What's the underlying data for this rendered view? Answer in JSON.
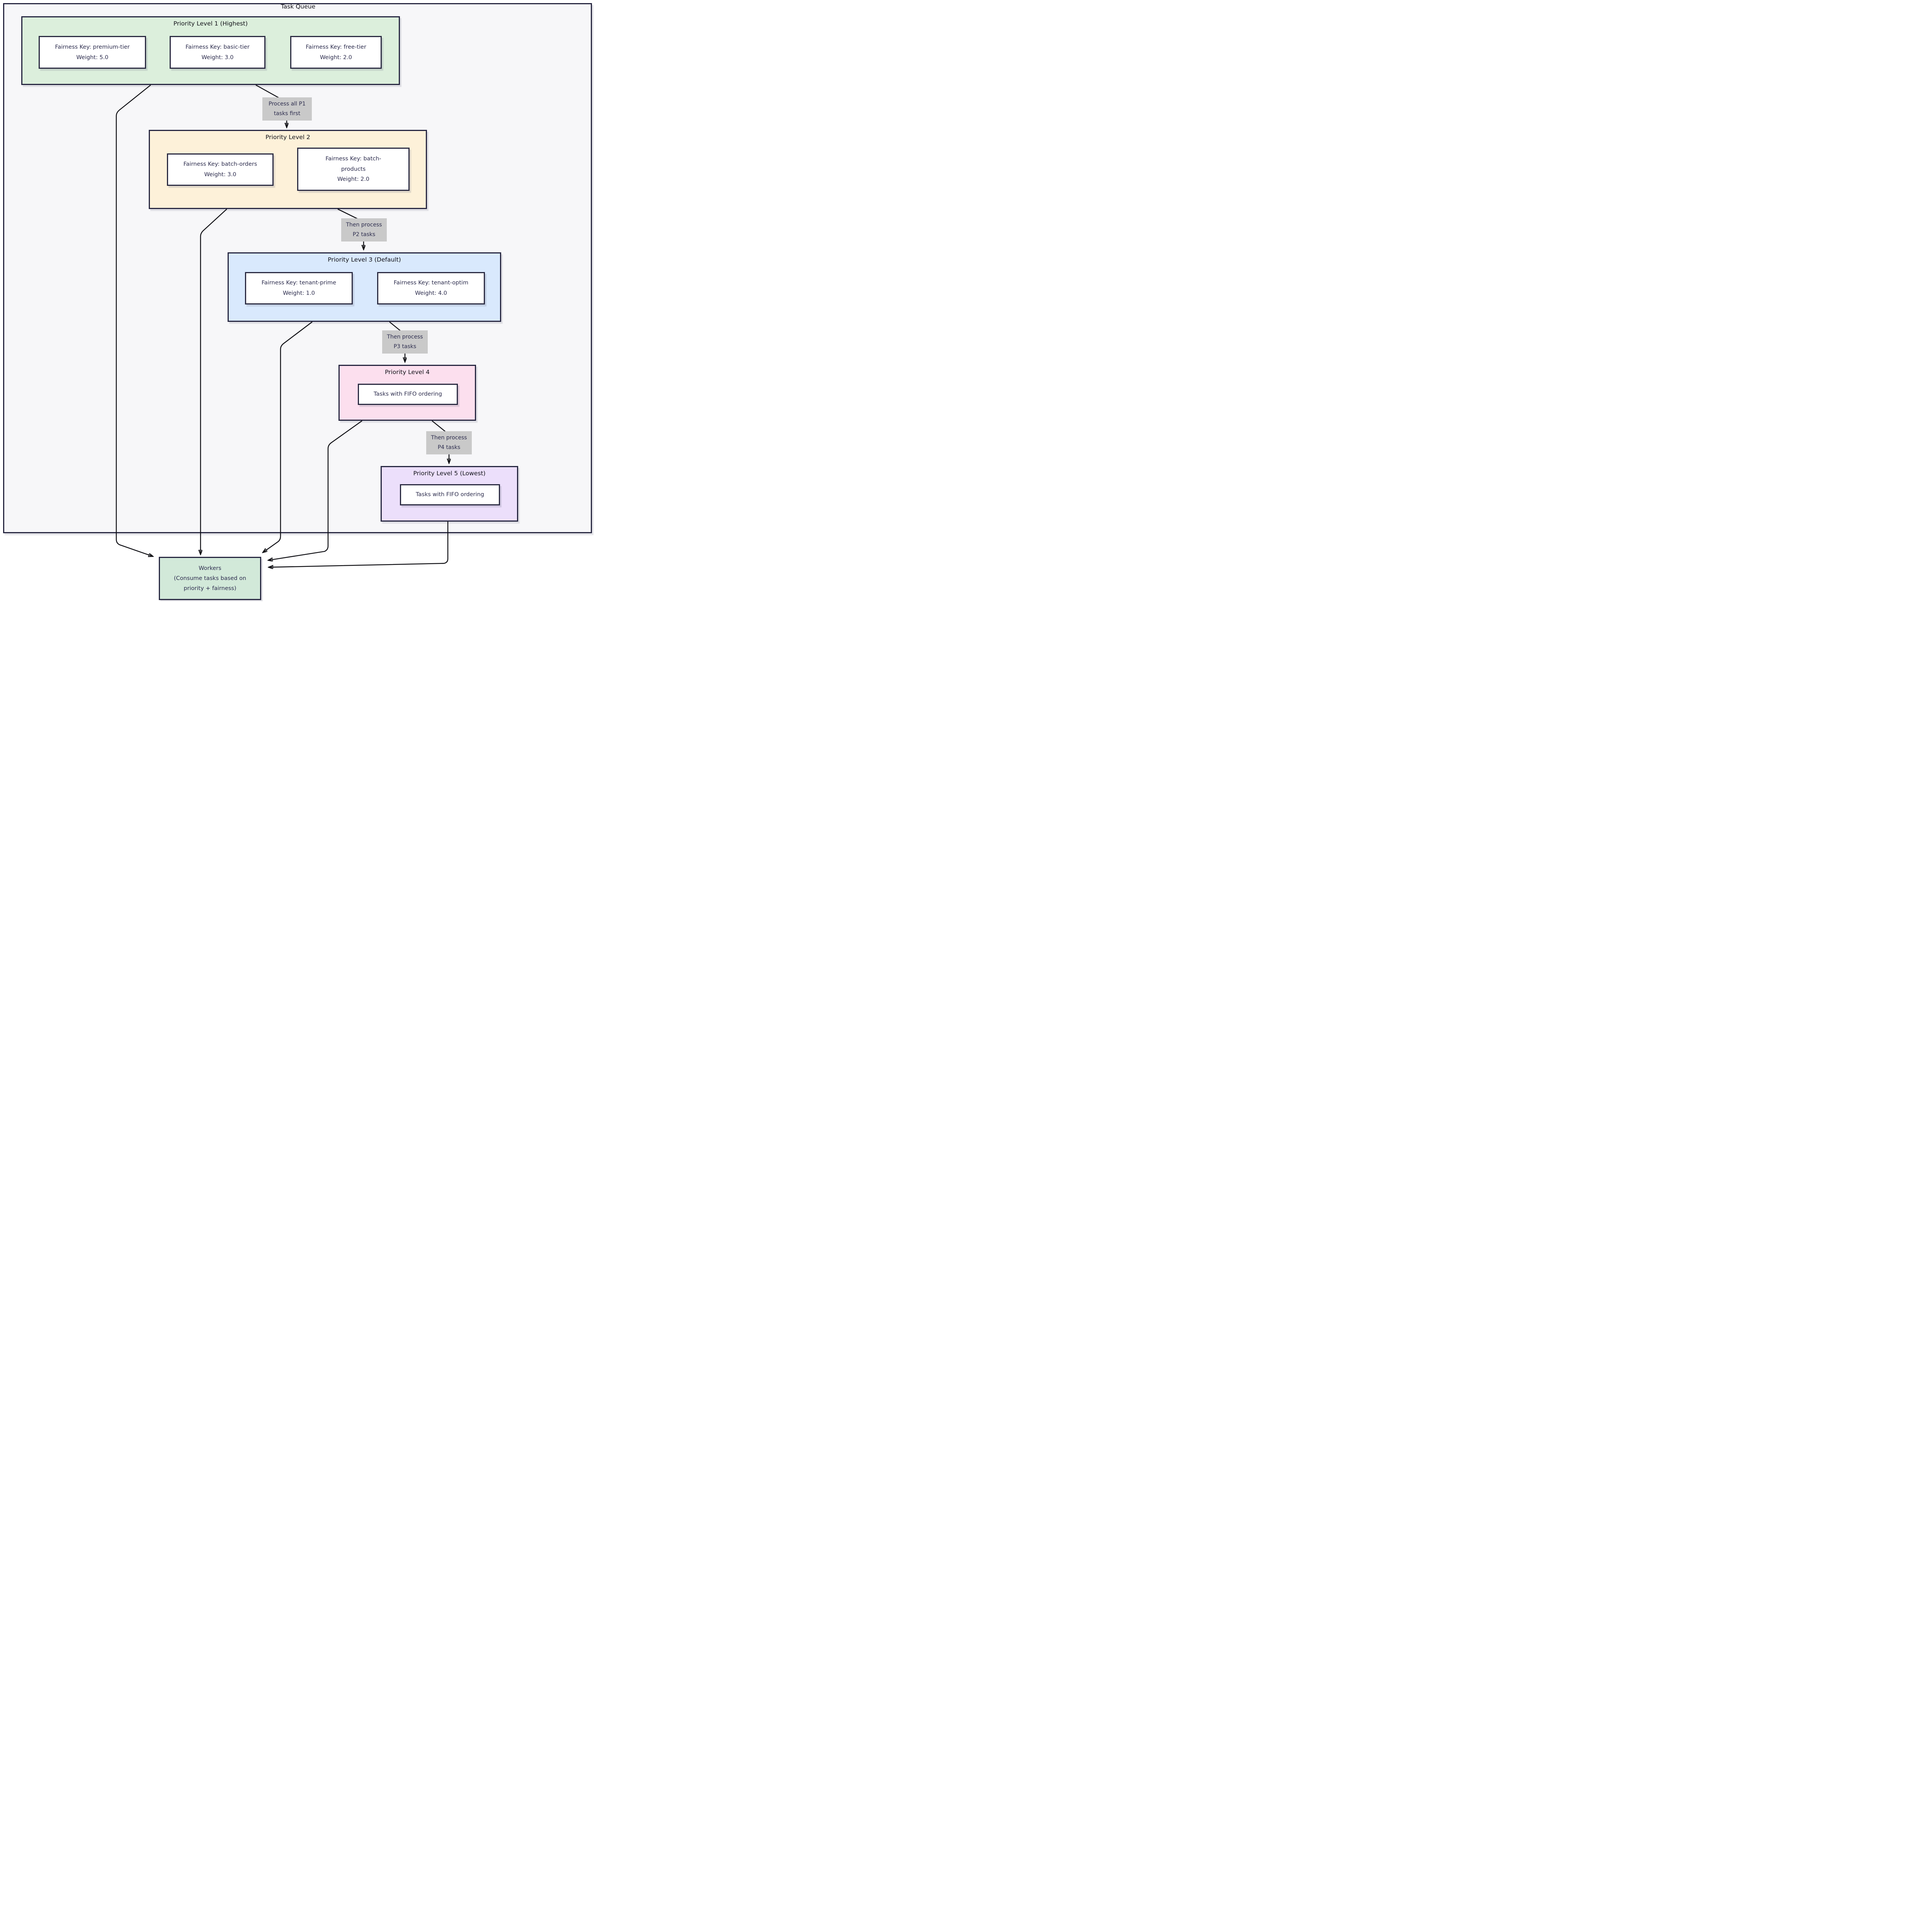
{
  "diagram": {
    "title": "Task Queue",
    "palette": {
      "container_fill": "#f7f7f9",
      "border": "#272741",
      "level1_fill": "#dcefdc",
      "level2_fill": "#fdf1d9",
      "level3_fill": "#d9e9fd",
      "level4_fill": "#fcdfee",
      "level5_fill": "#ecdffb",
      "workers_fill": "#d2e9d9",
      "node_fill": "#ffffff",
      "edge_label_bg": "#c9c9c9",
      "text": "#2d2d4e",
      "edge_line": "#0f0f14"
    },
    "groups": [
      {
        "id": "priority-1",
        "title": "Priority Level 1 (Highest)",
        "nodes": [
          {
            "text": "Fairness Key: premium-tier\nWeight: 5.0"
          },
          {
            "text": "Fairness Key: basic-tier\nWeight: 3.0"
          },
          {
            "text": "Fairness Key: free-tier\nWeight: 2.0"
          }
        ]
      },
      {
        "id": "priority-2",
        "title": "Priority Level 2",
        "nodes": [
          {
            "text": "Fairness Key: batch-orders\nWeight: 3.0"
          },
          {
            "text": "Fairness Key: batch-\nproducts\nWeight: 2.0"
          }
        ]
      },
      {
        "id": "priority-3",
        "title": "Priority Level 3 (Default)",
        "nodes": [
          {
            "text": "Fairness Key: tenant-prime\nWeight: 1.0"
          },
          {
            "text": "Fairness Key: tenant-optim\nWeight: 4.0"
          }
        ]
      },
      {
        "id": "priority-4",
        "title": "Priority Level 4",
        "nodes": [
          {
            "text": "Tasks with FIFO ordering"
          }
        ]
      },
      {
        "id": "priority-5",
        "title": "Priority Level 5 (Lowest)",
        "nodes": [
          {
            "text": "Tasks with FIFO ordering"
          }
        ]
      }
    ],
    "edge_labels": [
      {
        "text": "Process all P1\ntasks first"
      },
      {
        "text": "Then process\nP2 tasks"
      },
      {
        "text": "Then process\nP3 tasks"
      },
      {
        "text": "Then process\nP4 tasks"
      }
    ],
    "workers": {
      "text": "Workers\n(Consume tasks based on\npriority + fairness)"
    }
  }
}
